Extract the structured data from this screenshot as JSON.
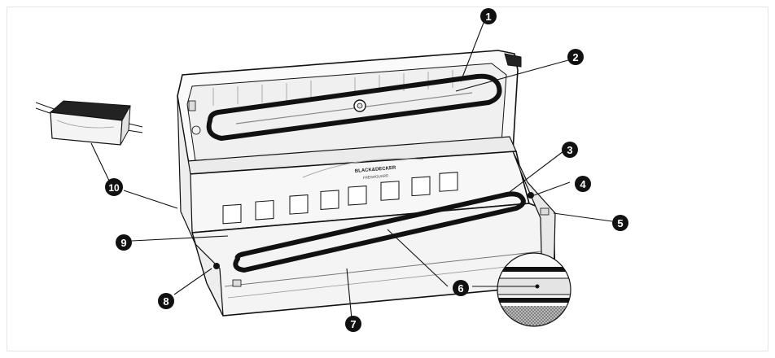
{
  "diagram": {
    "brand": {
      "logo_text": "BLACK&DECKER",
      "sub_text": "FRESHGUARD"
    },
    "callouts": [
      "1",
      "2",
      "3",
      "4",
      "5",
      "6",
      "7",
      "8",
      "9",
      "10"
    ],
    "colors": {
      "line": "#111111",
      "callout_fill": "#111111",
      "callout_text": "#ffffff",
      "body_fill": "#f6f6f6",
      "gasket": "#111111"
    }
  }
}
